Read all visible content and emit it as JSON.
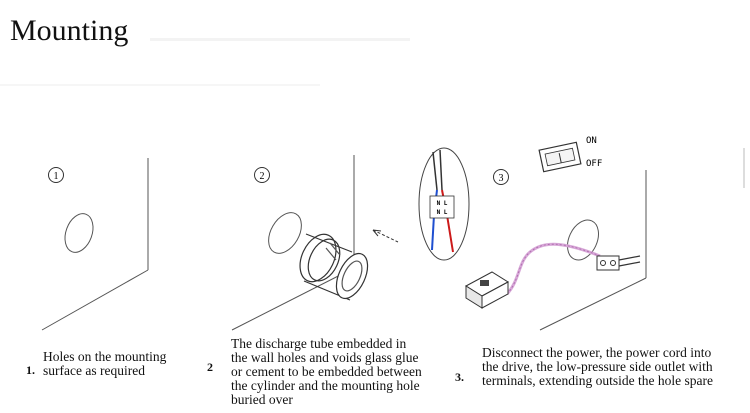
{
  "title": "Mounting",
  "steps": [
    {
      "circle_label": "1",
      "number": "1.",
      "caption_lines": [
        "Holes on the mounting",
        "surface as required"
      ]
    },
    {
      "circle_label": "2",
      "number": "2",
      "caption_lines": [
        "The discharge tube embedded in",
        "the wall holes and voids glass glue",
        "or cement to be embedded between",
        "the cylinder and the mounting hole",
        "buried over"
      ]
    },
    {
      "circle_label": "3",
      "number": "3.",
      "caption_lines": [
        "Disconnect the power, the power cord into",
        "the drive, the low-pressure side outlet with",
        "terminals, extending outside the hole spare"
      ]
    }
  ],
  "switch": {
    "on_label": "ON",
    "off_label": "OFF"
  },
  "wire_labels": {
    "top": "N L",
    "bottom": "N L"
  }
}
